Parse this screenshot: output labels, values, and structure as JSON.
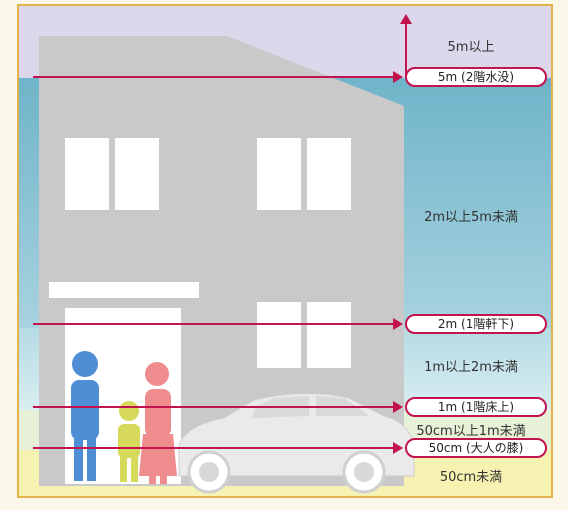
{
  "zones": {
    "top": "5m以上",
    "middle": "2m以上5m未満",
    "lower": "1m以上2m未満",
    "knee": "50cm以上1m未満",
    "ground": "50cm未満"
  },
  "markers": {
    "m5": "5m (2階水没)",
    "m2": "2m (1階軒下)",
    "m1": "1m (1階床上)",
    "cm50": "50cm (大人の膝)"
  },
  "colors": {
    "arrow": "#c2134e",
    "building": "#c9c9c9",
    "person_blue": "#4f8ed4",
    "person_pink": "#ef8c8e",
    "child_yellow": "#d6d95a"
  }
}
